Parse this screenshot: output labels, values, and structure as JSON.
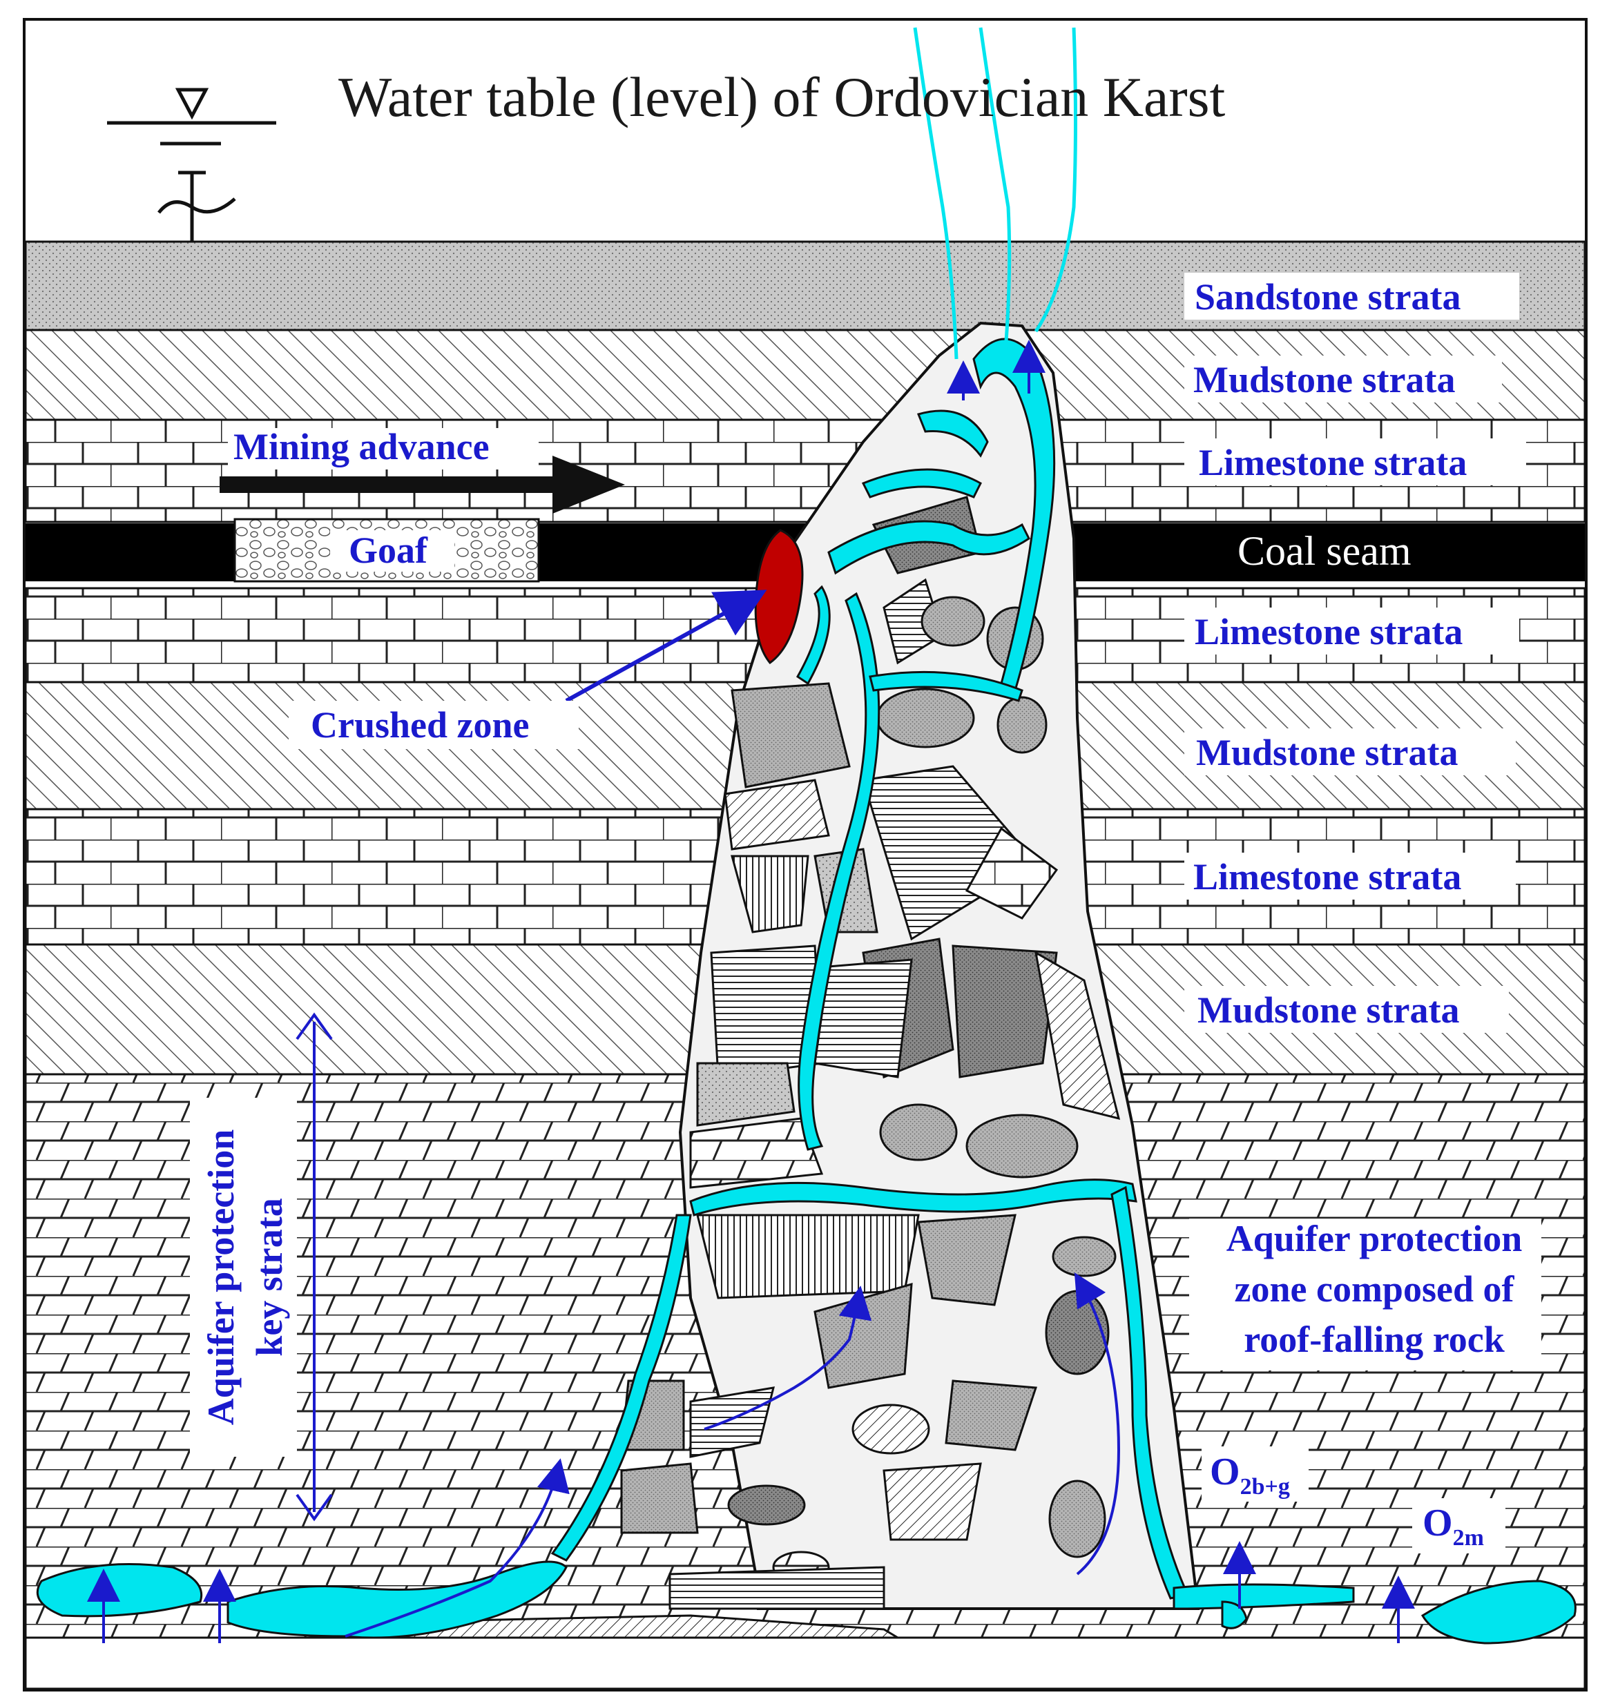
{
  "title": "Water table (level) of Ordovician Karst",
  "layers": {
    "sandstone_top": "Sandstone strata",
    "mudstone_top": "Mudstone strata",
    "limestone_upper": "Limestone strata",
    "coal_seam": "Coal seam",
    "limestone_below_coal": "Limestone strata",
    "mudstone_middle": "Mudstone strata",
    "limestone_middle": "Limestone strata",
    "mudstone_lower": "Mudstone strata"
  },
  "labels": {
    "mining_advance": "Mining advance",
    "goaf": "Goaf",
    "crushed_zone": "Crushed zone",
    "key_strata_line1": "Aquifer protection",
    "key_strata_line2": "key strata",
    "zone_line1": "Aquifer protection",
    "zone_line2": "zone composed of",
    "zone_line3": "roof-falling rock",
    "o2bg_main": "O",
    "o2bg_sub": "2b+g",
    "o2m_main": "O",
    "o2m_sub": "2m"
  },
  "colors": {
    "water": "#00e5ee",
    "label_blue": "#1a1acc",
    "crushed_zone": "#c00000",
    "coal": "#000000"
  }
}
